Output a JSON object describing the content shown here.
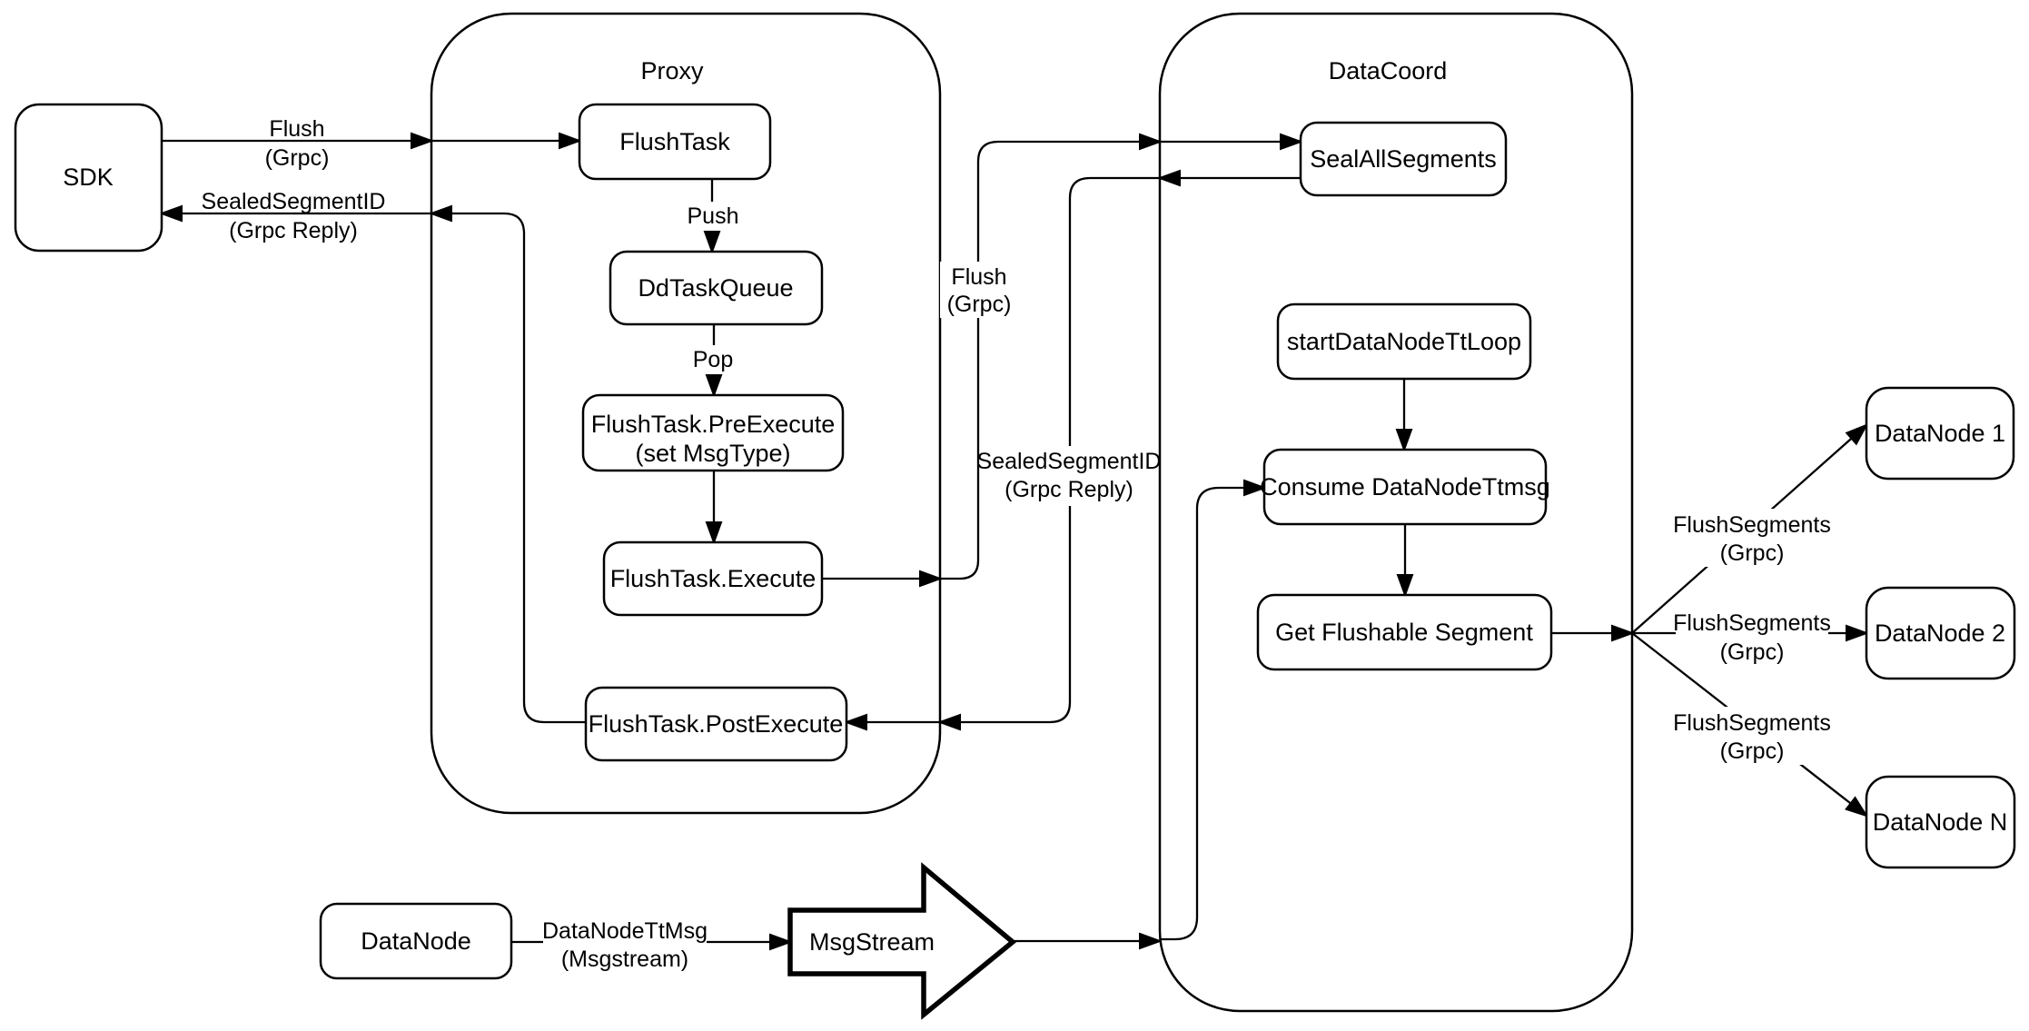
{
  "containers": {
    "proxy": "Proxy",
    "datacoord": "DataCoord"
  },
  "nodes": {
    "sdk": "SDK",
    "flush_task": "FlushTask",
    "dd_task_queue": "DdTaskQueue",
    "pre_execute": {
      "line1": "FlushTask.PreExecute",
      "line2": "(set MsgType)"
    },
    "execute": "FlushTask.Execute",
    "post_execute": "FlushTask.PostExecute",
    "seal_all_segments": "SealAllSegments",
    "start_datanode_tt_loop": "startDataNodeTtLoop",
    "consume_datanode_ttmsg": "Consume DataNodeTtmsg",
    "get_flushable_segment": "Get Flushable Segment",
    "datanode_1": "DataNode 1",
    "datanode_2": "DataNode 2",
    "datanode_n": "DataNode N",
    "datanode": "DataNode",
    "msgstream": "MsgStream"
  },
  "labels": {
    "flush_sdk": {
      "line1": "Flush",
      "line2": "(Grpc)"
    },
    "sealed_sdk": {
      "line1": "SealedSegmentID",
      "line2": "(Grpc Reply)"
    },
    "push": "Push",
    "pop": "Pop",
    "flush_mid": {
      "line1": "Flush",
      "line2": "(Grpc)"
    },
    "sealed_mid": {
      "line1": "SealedSegmentID",
      "line2": "(Grpc Reply)"
    },
    "flush_segments_1": {
      "line1": "FlushSegments",
      "line2": "(Grpc)"
    },
    "flush_segments_2": {
      "line1": "FlushSegments",
      "line2": "(Grpc)"
    },
    "flush_segments_3": {
      "line1": "FlushSegments",
      "line2": "(Grpc)"
    },
    "datanode_ttmsg": {
      "line1": "DataNodeTtMsg",
      "line2": "(Msgstream)"
    }
  },
  "colors": {
    "line": "#000000",
    "node_fill": "#ffffff",
    "background": "#ffffff"
  }
}
